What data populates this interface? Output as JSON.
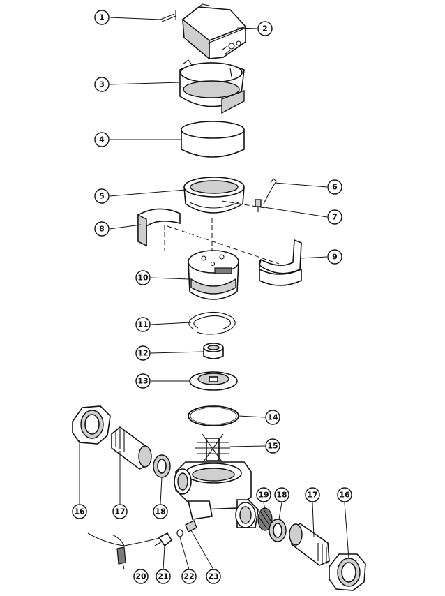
{
  "callouts": [
    {
      "id": "c1",
      "label": "1"
    },
    {
      "id": "c2",
      "label": "2"
    },
    {
      "id": "c3",
      "label": "3"
    },
    {
      "id": "c4",
      "label": "4"
    },
    {
      "id": "c5",
      "label": "5"
    },
    {
      "id": "c6",
      "label": "6"
    },
    {
      "id": "c7",
      "label": "7"
    },
    {
      "id": "c8",
      "label": "8"
    },
    {
      "id": "c9",
      "label": "9"
    },
    {
      "id": "c10",
      "label": "10"
    },
    {
      "id": "c11",
      "label": "11"
    },
    {
      "id": "c12",
      "label": "12"
    },
    {
      "id": "c13",
      "label": "13"
    },
    {
      "id": "c14",
      "label": "14"
    },
    {
      "id": "c15",
      "label": "15"
    },
    {
      "id": "c16a",
      "label": "16"
    },
    {
      "id": "c17a",
      "label": "17"
    },
    {
      "id": "c18a",
      "label": "18"
    },
    {
      "id": "c19",
      "label": "19"
    },
    {
      "id": "c18b",
      "label": "18"
    },
    {
      "id": "c17b",
      "label": "17"
    },
    {
      "id": "c16b",
      "label": "16"
    },
    {
      "id": "c20",
      "label": "20"
    },
    {
      "id": "c21",
      "label": "21"
    },
    {
      "id": "c22",
      "label": "22"
    },
    {
      "id": "c23",
      "label": "23"
    }
  ]
}
